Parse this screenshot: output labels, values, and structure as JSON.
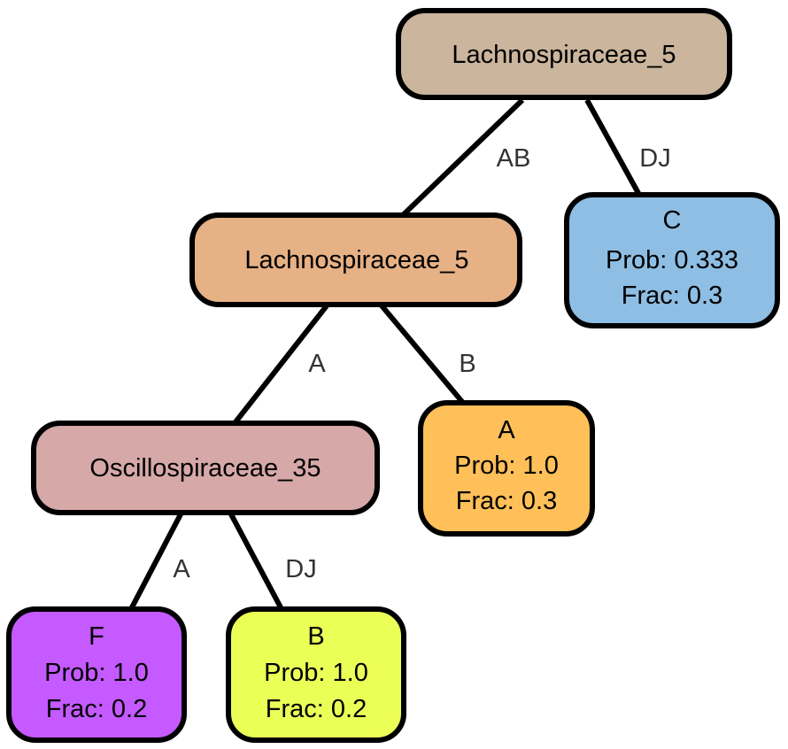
{
  "nodes": {
    "root": {
      "label": "Lachnospiraceae_5",
      "color": "#CBB59D"
    },
    "mid": {
      "label": "Lachnospiraceae_5",
      "color": "#E6B185"
    },
    "c": {
      "name": "C",
      "prob": "Prob: 0.333",
      "frac": "Frac: 0.3",
      "color": "#8EBEE3"
    },
    "osc": {
      "label": "Oscillospiraceae_35",
      "color": "#D6A8A8"
    },
    "a": {
      "name": "A",
      "prob": "Prob: 1.0",
      "frac": "Frac: 0.3",
      "color": "#FFC05A"
    },
    "f": {
      "name": "F",
      "prob": "Prob: 1.0",
      "frac": "Frac: 0.2",
      "color": "#C45AFF"
    },
    "b": {
      "name": "B",
      "prob": "Prob: 1.0",
      "frac": "Frac: 0.2",
      "color": "#EBFF57"
    }
  },
  "edges": {
    "root_mid": "AB",
    "root_c": "DJ",
    "mid_osc": "A",
    "mid_a": "B",
    "osc_f": "A",
    "osc_b": "DJ"
  }
}
